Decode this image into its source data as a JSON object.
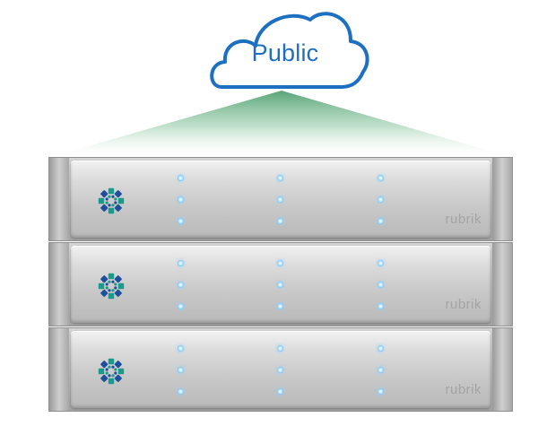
{
  "cloud": {
    "label": "Public"
  },
  "servers": [
    {
      "brand": "rubrik"
    },
    {
      "brand": "rubrik"
    },
    {
      "brand": "rubrik"
    }
  ],
  "colors": {
    "cloud_outline": "#1d6fc2",
    "cloud_text": "#1d6fc2",
    "beam_top": "#5aa87a",
    "led": "#6cbdf0",
    "logo_teal": "#1a9a8a",
    "logo_blue": "#1d4f9c"
  },
  "icons": {
    "cloud": "cloud-icon",
    "logo": "rubrik-logo-icon",
    "led": "status-led"
  }
}
